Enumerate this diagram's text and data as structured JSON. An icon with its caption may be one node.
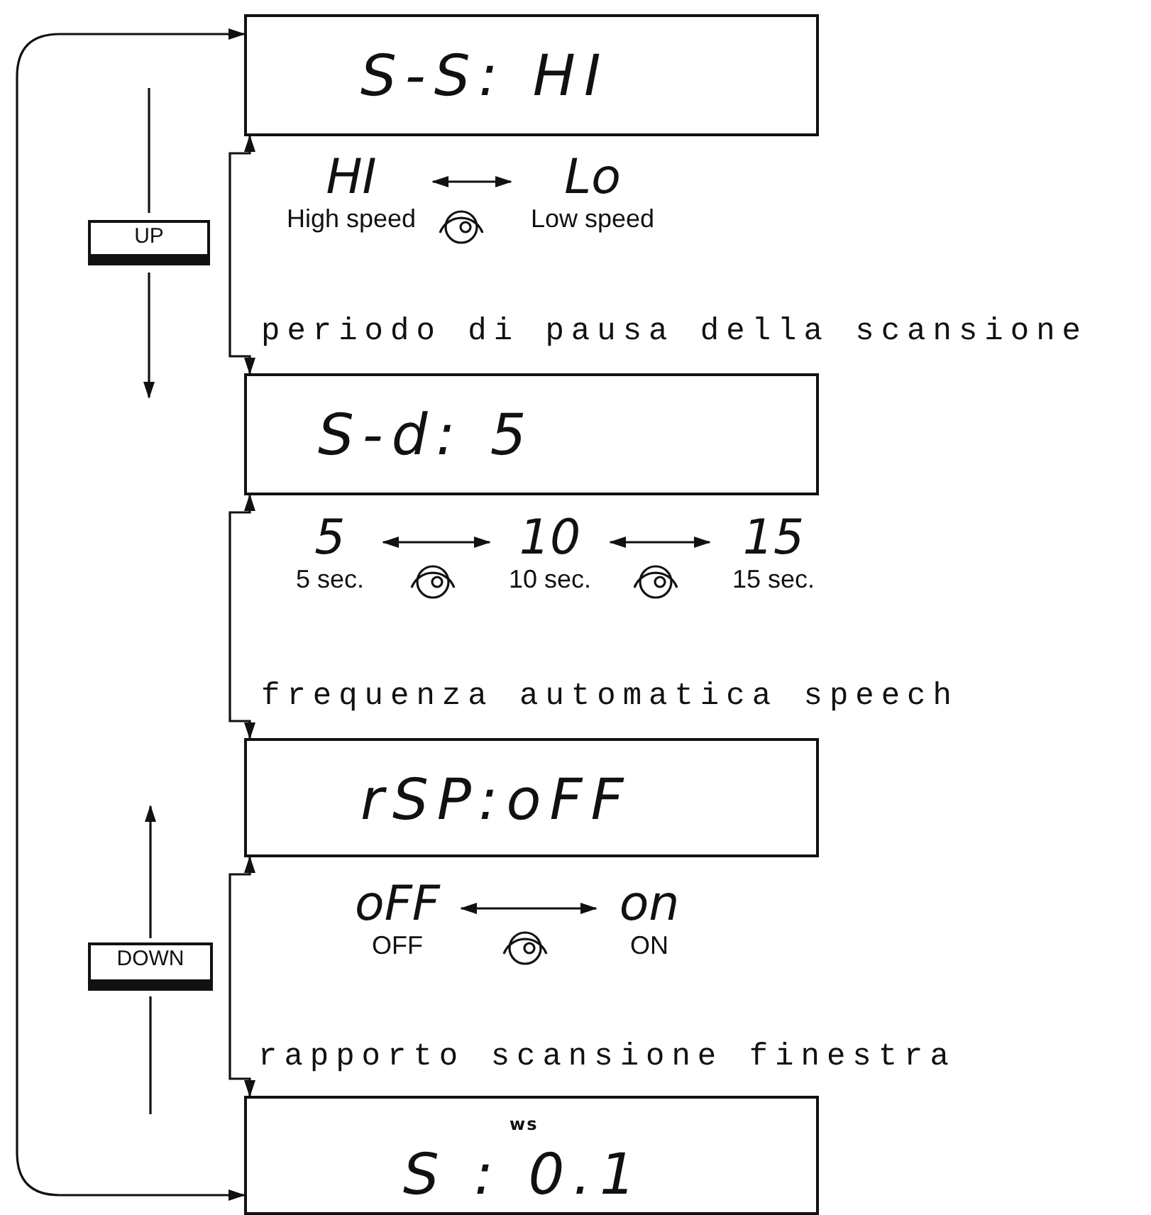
{
  "diagram": {
    "nodes": [
      {
        "text": [
          "S-S: HI"
        ]
      },
      {
        "text": [
          "HI",
          "High speed"
        ]
      },
      {
        "text": [
          "Lo",
          "Low speed"
        ]
      },
      {
        "text": [
          "periodo di pausa della scansione",
          "S-d: 5"
        ]
      },
      {
        "text": [
          "5",
          "5 sec."
        ]
      },
      {
        "text": [
          "10",
          "10 sec."
        ]
      },
      {
        "text": [
          "15",
          "15 sec."
        ]
      },
      {
        "text": [
          "frequenza automatica speech",
          "rSP:oFF"
        ]
      },
      {
        "text": [
          "oFF",
          "OFF"
        ]
      },
      {
        "text": [
          "on",
          "ON"
        ]
      },
      {
        "text": [
          "rapporto scansione finestra",
          "ws",
          "S : 0.1"
        ]
      },
      {
        "text": [
          "UP"
        ]
      },
      {
        "text": [
          "DOWN"
        ]
      }
    ],
    "edges": [
      {
        "from": 10,
        "to": 0,
        "arrow": "both"
      },
      {
        "from": 0,
        "to": 3,
        "arrow": "both"
      },
      {
        "from": 1,
        "to": 2,
        "arrow": "both"
      },
      {
        "from": 3,
        "to": 7,
        "arrow": "both"
      },
      {
        "from": 4,
        "to": 5,
        "arrow": "both"
      },
      {
        "from": 5,
        "to": 6,
        "arrow": "both"
      },
      {
        "from": 7,
        "to": 10,
        "arrow": "both"
      },
      {
        "from": 8,
        "to": 9,
        "arrow": "both"
      }
    ]
  }
}
